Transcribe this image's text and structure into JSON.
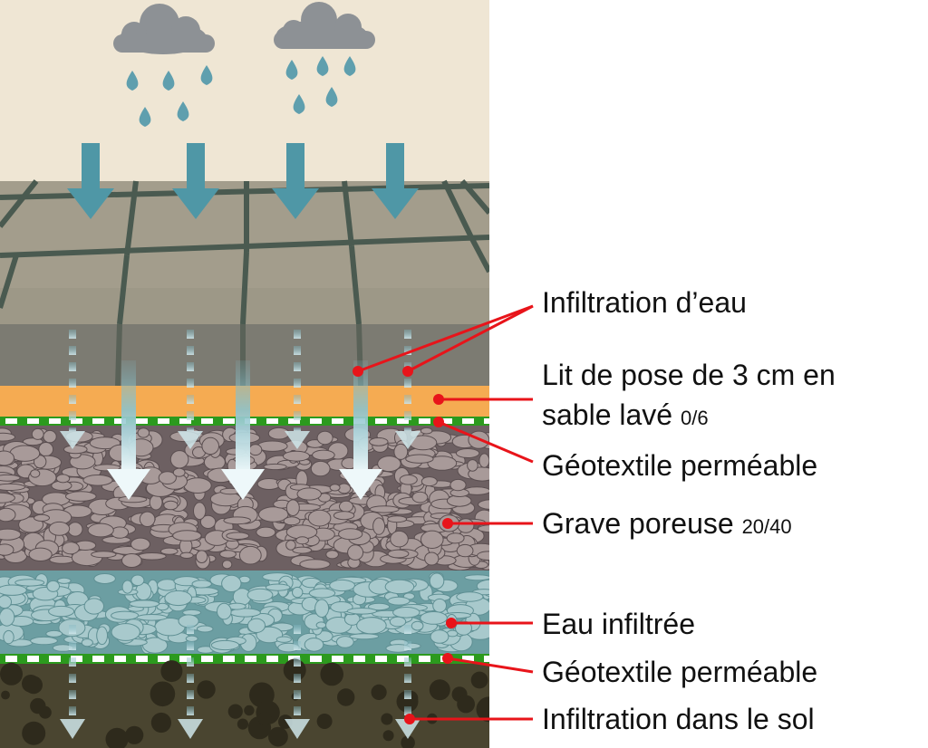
{
  "labels": {
    "infiltration": "Infiltration d’eau",
    "bed_line1": "Lit de pose de 3 cm en",
    "bed_line2_main": "sable lavé",
    "bed_line2_grading": "0/6",
    "geotextile_top": "Géotextile perméable",
    "gravel_main": "Grave poreuse",
    "gravel_grading": "20/40",
    "water": "Eau infiltrée",
    "geotextile_bottom": "Géotextile perméable",
    "soil": "Infiltration dans le sol"
  },
  "colors": {
    "sky": "#efe6d4",
    "cloud": "#8d9195",
    "rain": "#5f9fae",
    "pavers": "#a39d8c",
    "joints": "#4a5a50",
    "pavers_edge": "#7c7b72",
    "sand_bed": "#f5ab52",
    "geotextile_green": "#2c9a1e",
    "gravel": "#6d6062",
    "stone": "#a89a99",
    "water_layer": "#7ea6aa",
    "soil": "#4a4530",
    "leader": "#e8141a",
    "arrow": "#7fb7c2"
  },
  "icons": [
    "cloud-icon",
    "raindrop-icon",
    "arrow-down-icon"
  ]
}
